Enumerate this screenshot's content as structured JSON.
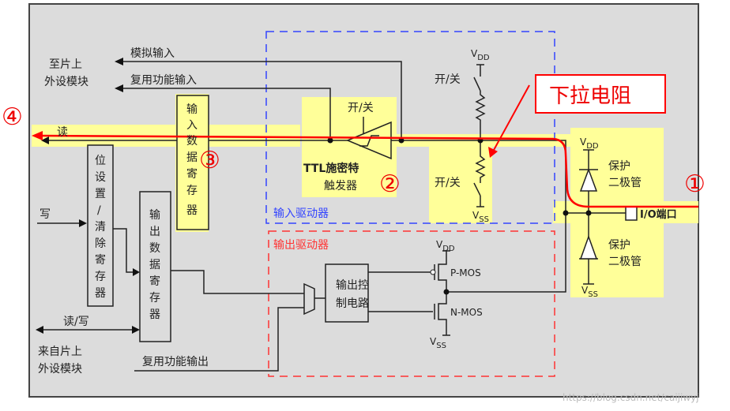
{
  "labels": {
    "to_peripheral_1": "至片上",
    "to_peripheral_2": "外设模块",
    "analog_input": "模拟输入",
    "alt_func_input": "复用功能输入",
    "read": "读",
    "write": "写",
    "read_write": "读/写",
    "from_peripheral_1": "来自片上",
    "from_peripheral_2": "外设模块",
    "alt_func_output": "复用功能输出",
    "input_data_register": [
      "输",
      "入",
      "数",
      "据",
      "寄",
      "存",
      "器"
    ],
    "bit_set_clear_register": [
      "位",
      "设",
      "置",
      "/",
      "清",
      "除",
      "寄",
      "存",
      "器"
    ],
    "output_data_register": [
      "输",
      "出",
      "数",
      "据",
      "寄",
      "存",
      "器"
    ],
    "ttl_schmitt_1": "TTL施密特",
    "ttl_schmitt_2": "触发器",
    "on_off": "开/关",
    "input_driver": "输入驱动器",
    "output_driver": "输出驱动器",
    "output_control_1": "输出控",
    "output_control_2": "制电路",
    "pmos": "P-MOS",
    "nmos": "N-MOS",
    "vdd": "V",
    "vdd_sub": "DD",
    "vss": "V",
    "vss_sub": "SS",
    "protect_diode_1": "保护",
    "protect_diode_2": "二极管",
    "io_port": "I/O端口",
    "pulldown_callout": "下拉电阻",
    "watermark": "https://blog.csdn.net/caijiwyj"
  },
  "markers": {
    "m1": "①",
    "m2": "②",
    "m3": "③",
    "m4": "④"
  },
  "colors": {
    "background": "#dcdcdc",
    "highlight": "#ffff99",
    "signal_path": "#ff0000",
    "input_driver": "#3344ff",
    "output_driver": "#ff3333"
  }
}
